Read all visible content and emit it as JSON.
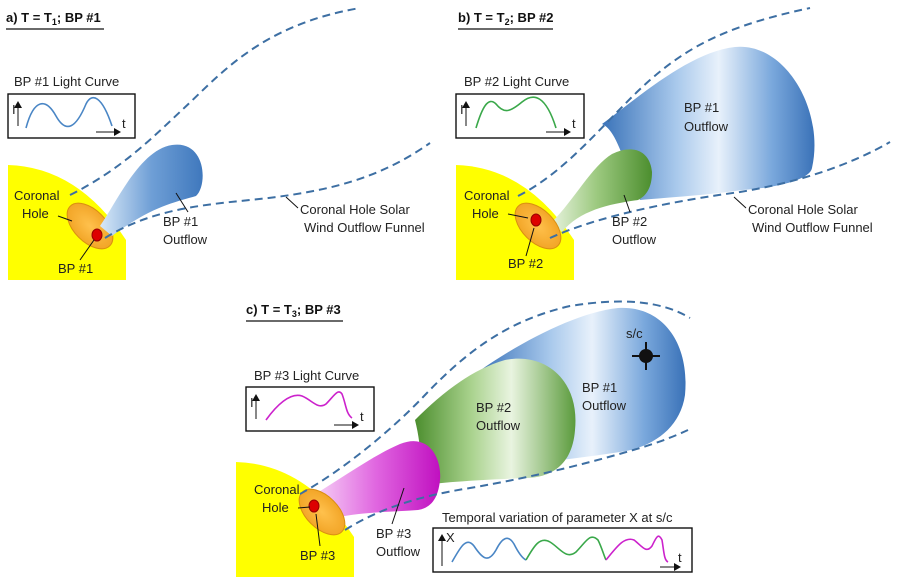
{
  "panels": [
    {
      "title_prefix": "a) T = T",
      "title_sub": "1",
      "title_suffix": "; BP #1",
      "light_curve_label": "BP #1 Light Curve",
      "coronal_hole_line1": "Coronal",
      "coronal_hole_line2": "Hole",
      "bp_label": "BP #1",
      "outflows": [
        {
          "line1": "BP #1",
          "line2": "Outflow"
        }
      ],
      "funnel_line1": "Coronal Hole Solar",
      "funnel_line2": "Wind Outflow Funnel"
    },
    {
      "title_prefix": "b) T = T",
      "title_sub": "2",
      "title_suffix": "; BP #2",
      "light_curve_label": "BP #2 Light Curve",
      "coronal_hole_line1": "Coronal",
      "coronal_hole_line2": "Hole",
      "bp_label": "BP #2",
      "outflows": [
        {
          "line1": "BP #1",
          "line2": "Outflow"
        },
        {
          "line1": "BP #2",
          "line2": "Outflow"
        }
      ],
      "funnel_line1": "Coronal Hole Solar",
      "funnel_line2": "Wind Outflow Funnel"
    },
    {
      "title_prefix": "c) T = T",
      "title_sub": "3",
      "title_suffix": "; BP #3",
      "light_curve_label": "BP #3 Light Curve",
      "coronal_hole_line1": "Coronal",
      "coronal_hole_line2": "Hole",
      "bp_label": "BP #3",
      "outflows": [
        {
          "line1": "BP #1",
          "line2": "Outflow"
        },
        {
          "line1": "BP #2",
          "line2": "Outflow"
        },
        {
          "line1": "BP #3",
          "line2": "Outflow"
        }
      ],
      "spacecraft_label": "s/c",
      "temporal_label": "Temporal variation of parameter X at s/c"
    }
  ],
  "axis_labels": {
    "intensity": "I",
    "time": "t",
    "parameter": "X"
  },
  "colors": {
    "sun": "#ffff00",
    "coronal_hole": "#f5a623",
    "bright_point": "#dd0000",
    "bp1_outflow": "#4f86c6",
    "bp2_outflow": "#5a9e3a",
    "bp3_outflow": "#d011d0",
    "funnel_dash": "#3d6fa3"
  }
}
